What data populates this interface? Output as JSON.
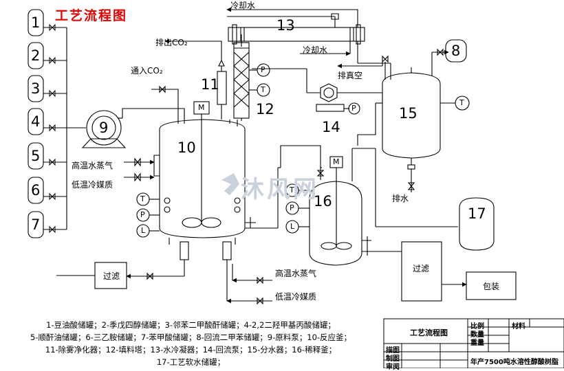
{
  "title": "工艺流程图",
  "tanks": {
    "t1": "1",
    "t2": "2",
    "t3": "3",
    "t4": "4",
    "t5": "5",
    "t6": "6",
    "t7": "7",
    "t8": "8"
  },
  "equipment_numbers": {
    "pump9": "9",
    "reactor10": "10",
    "cond11": "11",
    "packed12": "12",
    "cooler13": "13",
    "pump14": "14",
    "sep15": "15",
    "dilute16": "16",
    "tank17": "17"
  },
  "instruments": {
    "temp": "T",
    "press": "P",
    "level": "L",
    "motor": "M"
  },
  "labels": {
    "cooling_water_top": "冷却水",
    "cooling_water_mid": "冷却水",
    "exhaust_co2": "排出CO₂",
    "inlet_co2": "通入CO₂",
    "vacuum": "排真空",
    "drain": "排水",
    "steam_1": "高温水蒸气",
    "coolant_1": "低温冷媒质",
    "steam_2": "高温水蒸气",
    "coolant_2": "低温冷媒质",
    "filter_1": "过滤",
    "filter_2": "过滤",
    "packing": "包装"
  },
  "legend": [
    "1-豆油酸储罐；2-季戊四醇储罐；3-邻苯二甲酸酐储罐；4-2,2二羟甲基丙酸储罐；",
    "5-顺酐油储罐；6-三乙胺储罐；7-苯甲酸储罐；8-回流二甲苯储罐；9-原料泵；10-反应釜；",
    "11-除雾净化器；12-填料塔；13-水冷凝器；14-回流泵；15-分水器；16-稀释釜；",
    "17-工艺软水储罐；"
  ],
  "title_block": {
    "name": "工艺流程图",
    "scale": "比例",
    "material": "材料",
    "quantity": "数量",
    "weight": "重量",
    "drawn": "描图",
    "drafted": "制图",
    "checked": "审阅",
    "project": "年产7500吨水溶性醇酸树脂"
  },
  "watermark": "沐风网",
  "colors": {
    "title": "#e00000",
    "line": "#000000",
    "watermark": "#c9d1dc"
  }
}
